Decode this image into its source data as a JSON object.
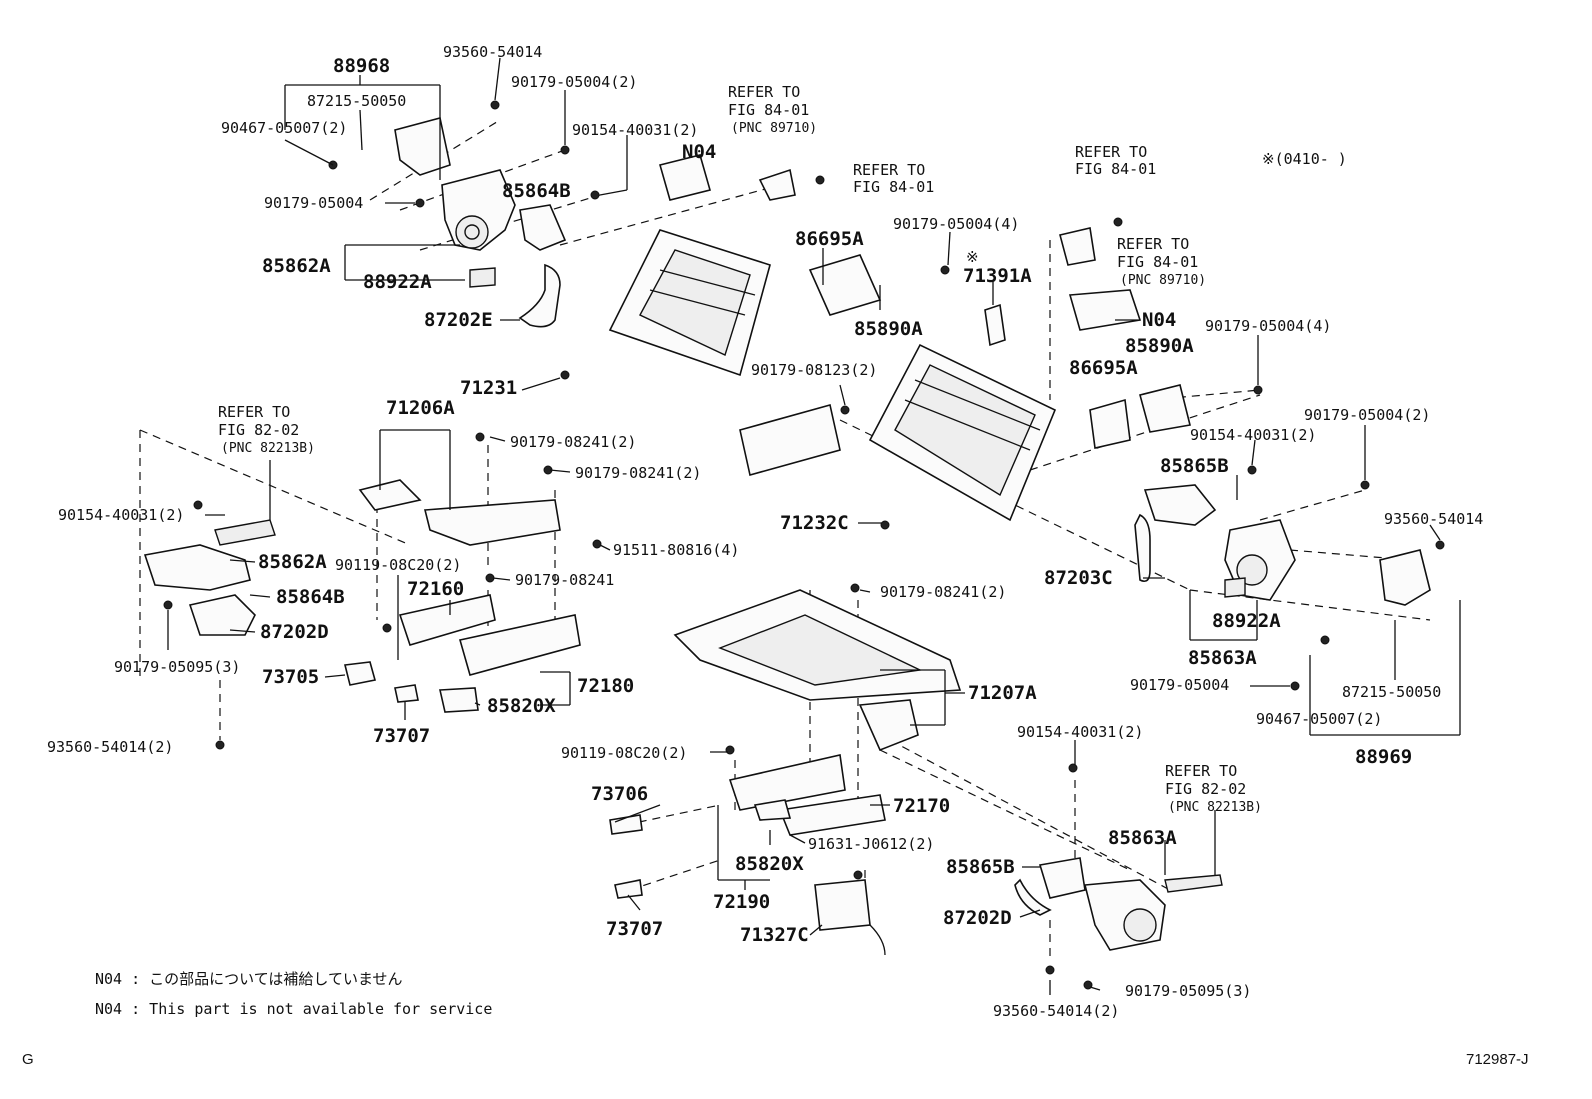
{
  "figure_id": "712987-J",
  "sheet_mark": "G",
  "date_code": "※(0410-      )",
  "asterisk_mark": "※",
  "notes": [
    "N04 : この部品については補給していません",
    "N04 : This part is not available for service"
  ],
  "callouts": {
    "p88968": "88968",
    "p93560_54014_top": "93560-54014",
    "p90179_05004_2_top": "90179-05004(2)",
    "p87215_50050_left": "87215-50050",
    "p90467_05007_left": "90467-05007(2)",
    "p90154_40031_top": "90154-40031(2)",
    "p90179_05004_left": "90179-05004",
    "p85864B_top": "85864B",
    "p85862A_top": "85862A",
    "p88922A_top": "88922A",
    "p87202E": "87202E",
    "n04_top": "N04",
    "p86695A_top": "86695A",
    "p90179_05004_4_a": "90179-05004(4)",
    "p71391A": "71391A",
    "p85890A_top": "85890A",
    "p90179_08123": "90179-08123(2)",
    "p71231": "71231",
    "p71206A": "71206A",
    "p90179_08241_2a": "90179-08241(2)",
    "p90179_08241_2b": "90179-08241(2)",
    "p90154_40031_left": "90154-40031(2)",
    "p85862A_left": "85862A",
    "p85864B_left": "85864B",
    "p87202D_left": "87202D",
    "p90179_05095_left": "90179-05095(3)",
    "p93560_54014_left": "93560-54014(2)",
    "p90119_08C20_a": "90119-08C20(2)",
    "p72160": "72160",
    "p90179_08241": "90179-08241",
    "p91511_80816": "91511-80816(4)",
    "p73705": "73705",
    "p73707_a": "73707",
    "p72180": "72180",
    "p85820X_a": "85820X",
    "p71232C": "71232C",
    "p90179_08241_2c": "90179-08241(2)",
    "p71207A": "71207A",
    "p90119_08C20_b": "90119-08C20(2)",
    "p73706": "73706",
    "p72170": "72170",
    "p91631_J0612": "91631-J0612(2)",
    "p85820X_b": "85820X",
    "p72190": "72190",
    "p73707_b": "73707",
    "p71327C": "71327C",
    "n04_right": "N04",
    "p85890A_right": "85890A",
    "p86695A_right": "86695A",
    "p90179_05004_4_b": "90179-05004(4)",
    "p90179_05004_2_right": "90179-05004(2)",
    "p90154_40031_right": "90154-40031(2)",
    "p85865B_right": "85865B",
    "p93560_54014_right": "93560-54014",
    "p87203C": "87203C",
    "p88922A_right": "88922A",
    "p85863A_right": "85863A",
    "p90179_05004_right": "90179-05004",
    "p87215_50050_right": "87215-50050",
    "p90467_05007_right": "90467-05007(2)",
    "p88969": "88969",
    "p90154_40031_bottom": "90154-40031(2)",
    "p85863A_bottom": "85863A",
    "p85865B_bottom": "85865B",
    "p87202D_bottom": "87202D",
    "p90179_05095_bottom": "90179-05095(3)",
    "p93560_54014_bottom": "93560-54014(2)"
  },
  "references": {
    "r1": [
      "REFER TO",
      "FIG 84-01",
      "(PNC 89710)"
    ],
    "r2": [
      "REFER TO",
      "FIG 84-01"
    ],
    "r3": [
      "REFER TO",
      "FIG 84-01"
    ],
    "r4": [
      "REFER TO",
      "FIG 84-01",
      "(PNC 89710)"
    ],
    "r5": [
      "REFER TO",
      "FIG 82-02",
      "(PNC 82213B)"
    ],
    "r6": [
      "REFER TO",
      "FIG 82-02",
      "(PNC 82213B)"
    ]
  }
}
